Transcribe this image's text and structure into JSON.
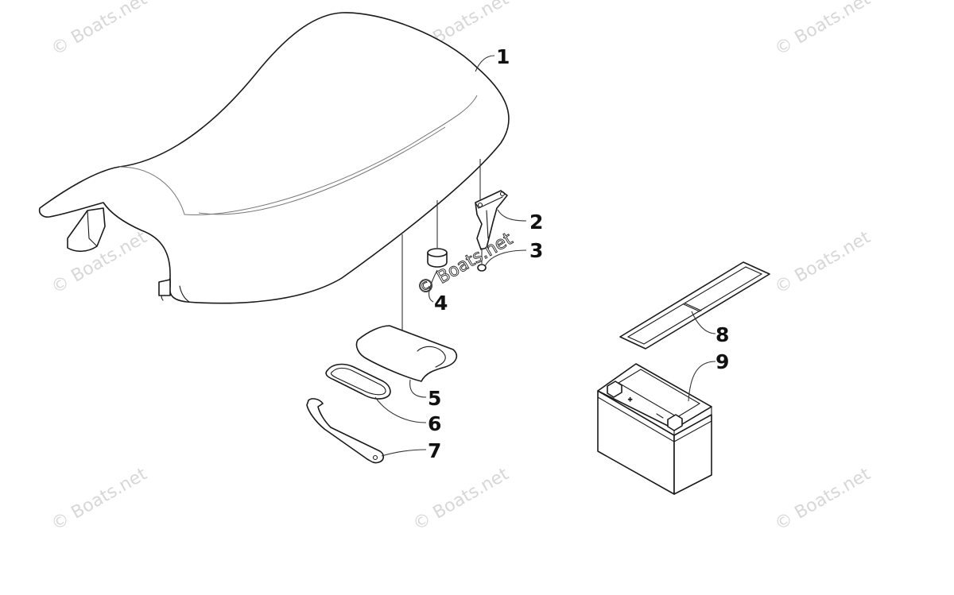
{
  "watermark": {
    "text": "© Boats.net",
    "color": "#d7d7d7"
  },
  "parts": [
    {
      "callout": "1",
      "icon": "seat-icon"
    },
    {
      "callout": "2",
      "icon": "latch-bracket-icon"
    },
    {
      "callout": "3",
      "icon": "nut-icon"
    },
    {
      "callout": "4",
      "icon": "bumper-icon"
    },
    {
      "callout": "5",
      "icon": "tool-bag-icon"
    },
    {
      "callout": "6",
      "icon": "strap-icon"
    },
    {
      "callout": "7",
      "icon": "spanner-wrench-icon"
    },
    {
      "callout": "8",
      "icon": "battery-strap-icon"
    },
    {
      "callout": "9",
      "icon": "battery-icon"
    }
  ]
}
